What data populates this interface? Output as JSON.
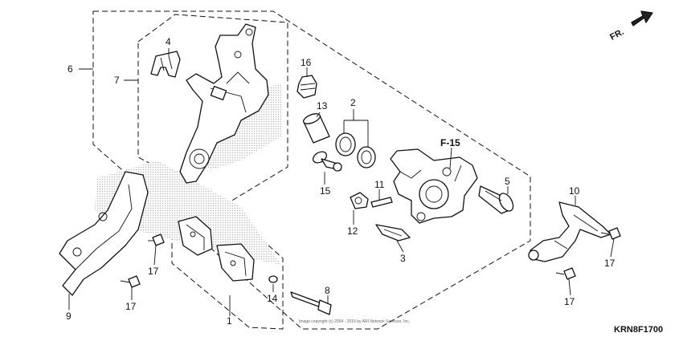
{
  "diagram": {
    "code": "KRN8F1700",
    "front_label": "FR.",
    "ref_label": "F-15",
    "copyright": "Image copyright (c) 2004 - 2016 by ARI Network Services, Inc."
  },
  "callouts": {
    "c1": "1",
    "c2": "2",
    "c3": "3",
    "c4": "4",
    "c5": "5",
    "c6": "6",
    "c7": "7",
    "c8": "8",
    "c9": "9",
    "c10": "10",
    "c11": "11",
    "c12": "12",
    "c13": "13",
    "c14": "14",
    "c15": "15",
    "c16": "16",
    "c17a": "17",
    "c17b": "17",
    "c17c": "17",
    "c17d": "17"
  },
  "colors": {
    "ink": "#111111",
    "hatch": "#c8c8c8"
  }
}
